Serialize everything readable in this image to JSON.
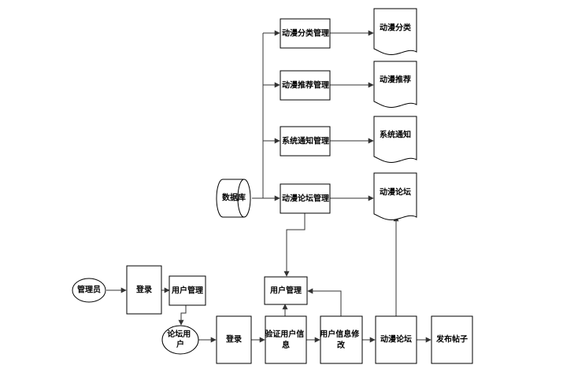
{
  "nodes": {
    "admin": "管理员",
    "admin_login": "登录",
    "user_mgmt_admin": "用户管理",
    "forum_user": [
      "论坛用",
      "户"
    ],
    "database": "数据库",
    "category_mgmt": "动漫分类管理",
    "recommend_mgmt": "动漫推荐管理",
    "notice_mgmt": "系统通知管理",
    "forum_mgmt": "动漫论坛管理",
    "doc_category": "动漫分类",
    "doc_recommend": "动漫推荐",
    "doc_notice": "系统通知",
    "doc_forum": "动漫论坛",
    "user_mgmt_center": "用户管理",
    "user_login": "登录",
    "verify_user": [
      "验证用户信",
      "息"
    ],
    "modify_user": [
      "用户信息修",
      "改"
    ],
    "forum_process": "动漫论坛",
    "publish_post": "发布帖子"
  },
  "colors": {
    "stroke": "#000000",
    "connector": "#333333",
    "fill": "#ffffff"
  }
}
